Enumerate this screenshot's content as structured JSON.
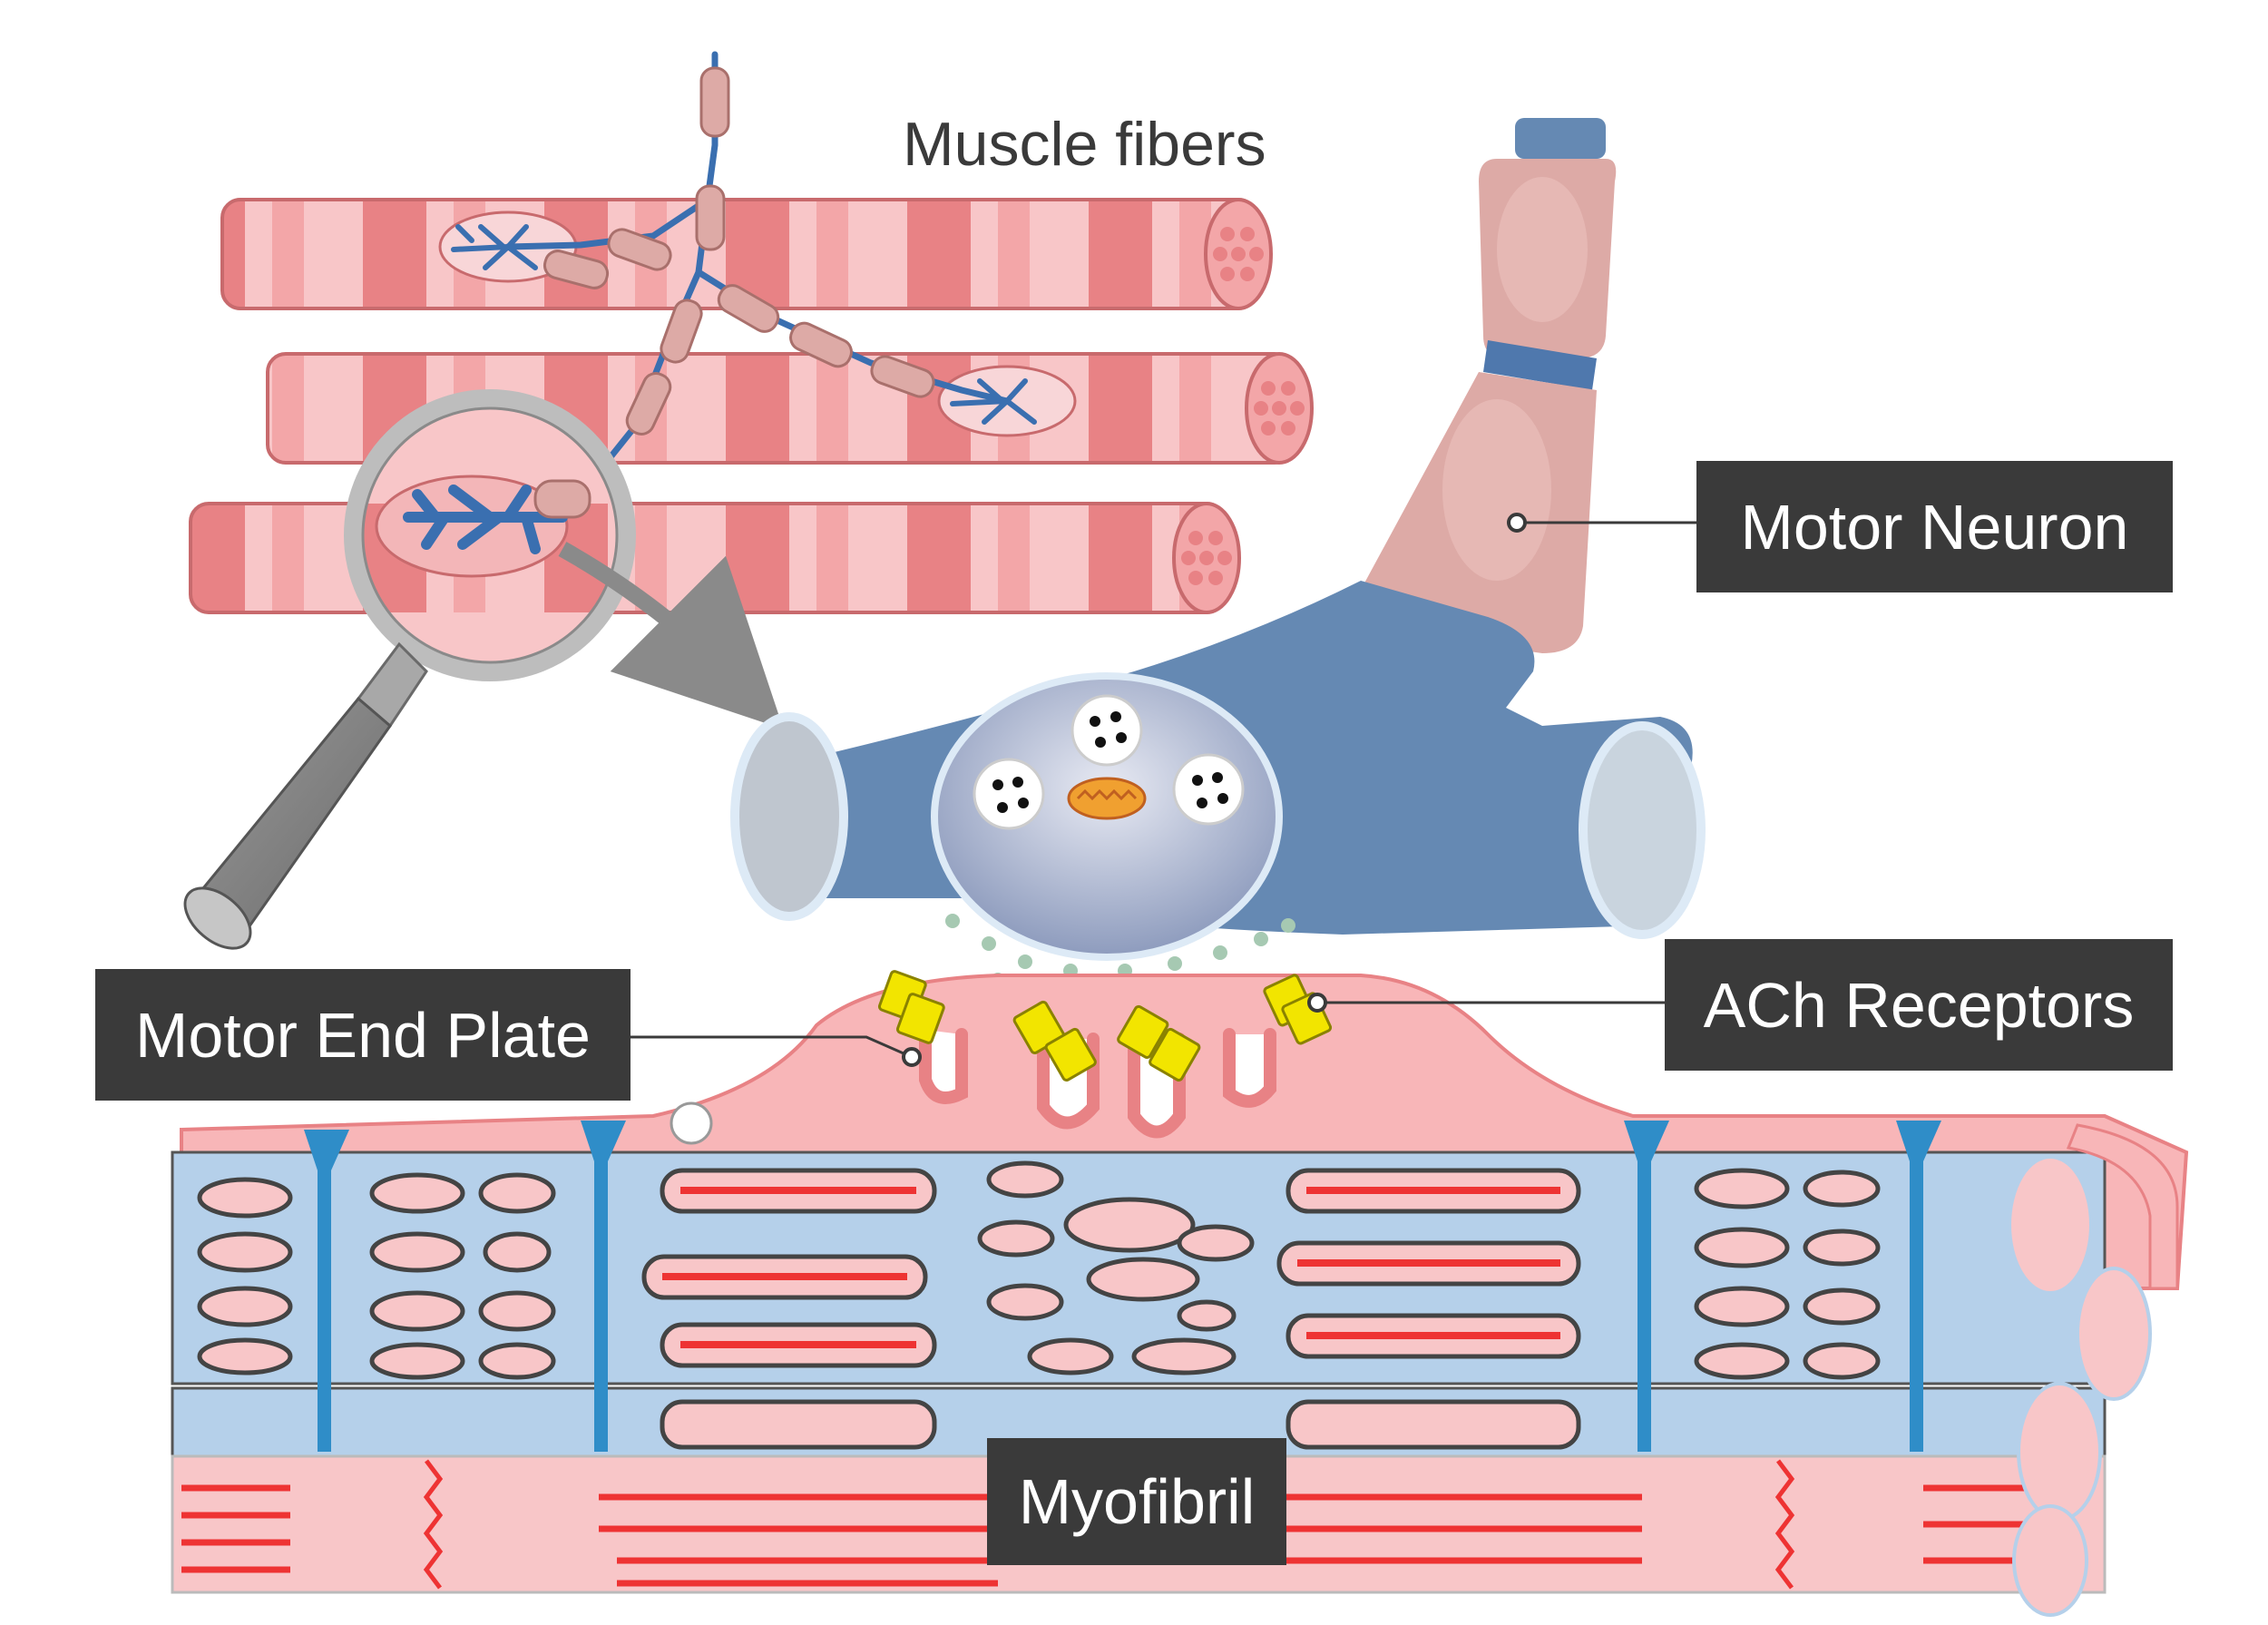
{
  "diagram": {
    "labels": {
      "muscle_fibers": "Muscle fibers",
      "motor_neuron": "Motor Neuron",
      "ach_receptors": "ACh Receptors",
      "motor_end_plate": "Motor End Plate",
      "myofibril": "Myofibril"
    },
    "colors": {
      "fiber_dark": "#e88285",
      "fiber_light": "#f8c6c8",
      "neuron_blue": "#6589b3",
      "nerve_branch": "#3a6fb0",
      "myelin": "#ddaaa6",
      "sarcoplasm_blue": "#b5d0ea",
      "receptor_yellow": "#f2e500",
      "filament_red": "#ee3333",
      "label_bg": "#3a3a3a",
      "ach_dots": "#a6c9b2"
    }
  }
}
